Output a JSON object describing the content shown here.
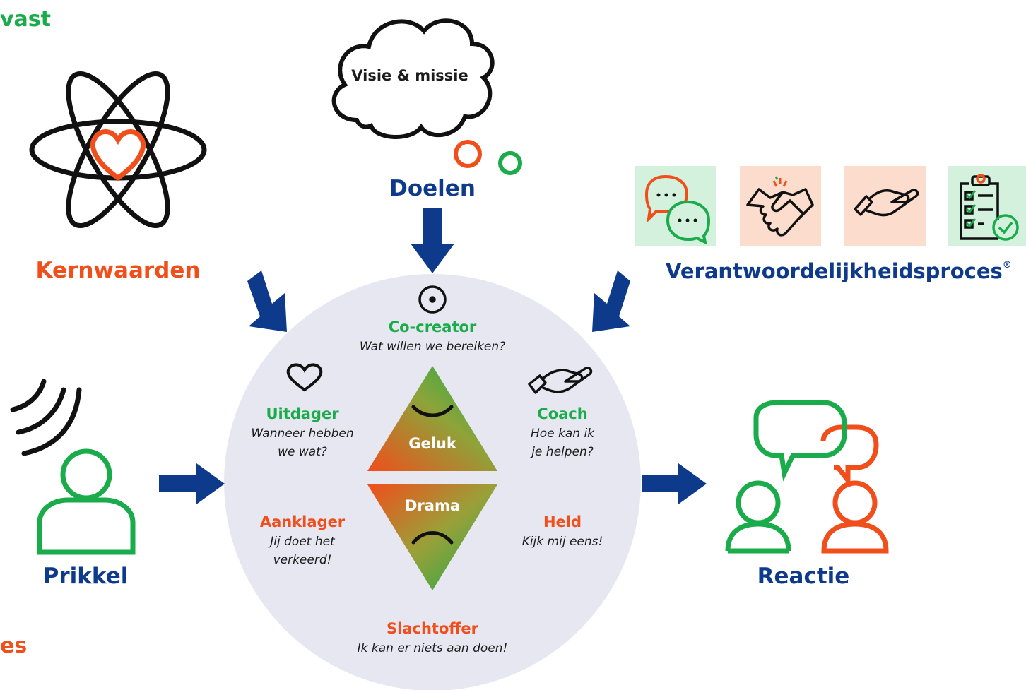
{
  "colors": {
    "green": "#1aab4a",
    "orange": "#f04e1b",
    "blue": "#0e3a8c",
    "circle_fill": "#e6e7f1",
    "tile_green": "#d3f1dc",
    "tile_orange": "#fbdccd"
  },
  "labels": {
    "top_left_partial": "vast",
    "bottom_left_partial": "es",
    "kernwaarden": "Kernwaarden",
    "doelen": "Doelen",
    "visie": "Visie & missie",
    "verantwoordelijkheid": "Verantwoordelijkheidsproces",
    "registered": "®",
    "prikkel": "Prikkel",
    "reactie": "Reactie"
  },
  "roles": {
    "cocreator": {
      "name": "Co-creator",
      "sub": "Wat willen we bereiken?"
    },
    "uitdager": {
      "name": "Uitdager",
      "sub1": "Wanneer hebben",
      "sub2": "we wat?"
    },
    "coach": {
      "name": "Coach",
      "sub1": "Hoe kan ik",
      "sub2": "je helpen?"
    },
    "aanklager": {
      "name": "Aanklager",
      "sub1": "Jij doet het",
      "sub2": "verkeerd!"
    },
    "held": {
      "name": "Held",
      "sub": "Kijk mij eens!"
    },
    "slachtoffer": {
      "name": "Slachtoffer",
      "sub": "Ik kan er niets aan doen!"
    }
  },
  "triangles": {
    "top": "Geluk",
    "bottom": "Drama"
  },
  "icons": {
    "tiles": [
      "chat-bubbles-icon",
      "handshake-icon",
      "helping-hand-icon",
      "checklist-icon"
    ],
    "main": [
      "atom-heart-icon",
      "thought-cloud-icon",
      "person-signal-icon",
      "conversation-people-icon"
    ]
  }
}
